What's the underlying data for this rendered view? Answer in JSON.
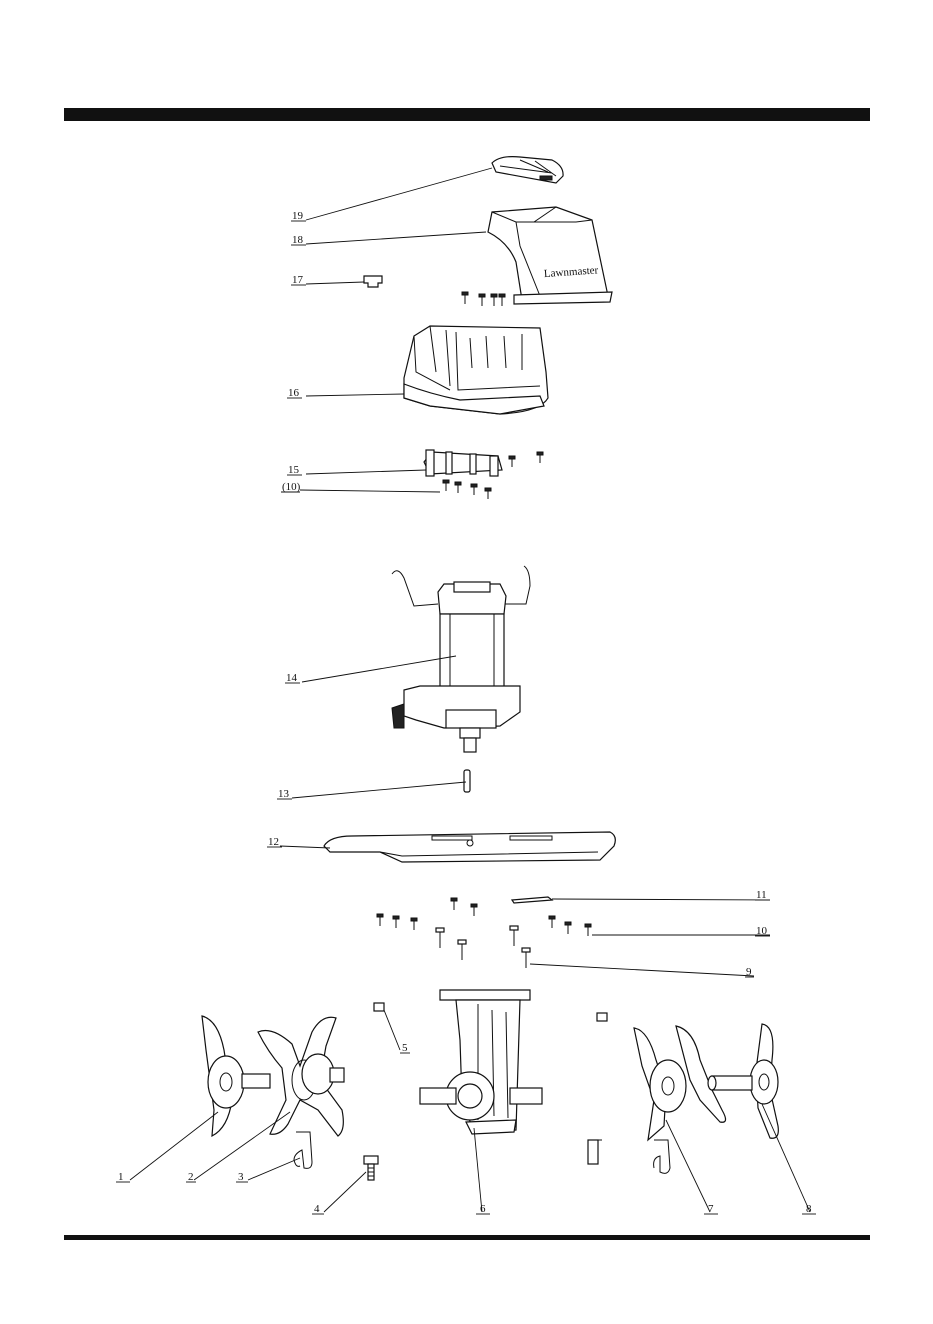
{
  "brand_mark": "Lawnmaster",
  "callouts": [
    {
      "id": "19",
      "text": "19"
    },
    {
      "id": "18",
      "text": "18"
    },
    {
      "id": "17",
      "text": "17"
    },
    {
      "id": "16",
      "text": "16"
    },
    {
      "id": "15",
      "text": "15"
    },
    {
      "id": "10b",
      "text": "(10)"
    },
    {
      "id": "14",
      "text": "14"
    },
    {
      "id": "13",
      "text": "13"
    },
    {
      "id": "12",
      "text": "12"
    },
    {
      "id": "11",
      "text": "11"
    },
    {
      "id": "10",
      "text": "10"
    },
    {
      "id": "9",
      "text": "9"
    },
    {
      "id": "5",
      "text": "5"
    },
    {
      "id": "1",
      "text": "1"
    },
    {
      "id": "2",
      "text": "2"
    },
    {
      "id": "3",
      "text": "3"
    },
    {
      "id": "4",
      "text": "4"
    },
    {
      "id": "6",
      "text": "6"
    },
    {
      "id": "7",
      "text": "7"
    },
    {
      "id": "8",
      "text": "8"
    }
  ]
}
